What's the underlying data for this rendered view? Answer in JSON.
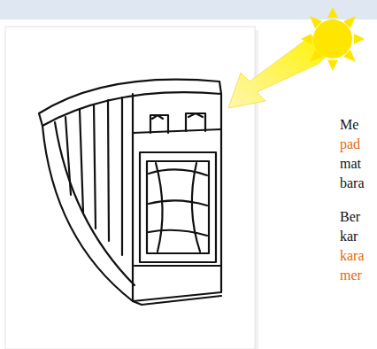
{
  "diagram": {
    "labels": [
      "Me",
      "pad",
      "mat",
      "bara",
      "Ber",
      "kar",
      "kara",
      "mer"
    ]
  }
}
